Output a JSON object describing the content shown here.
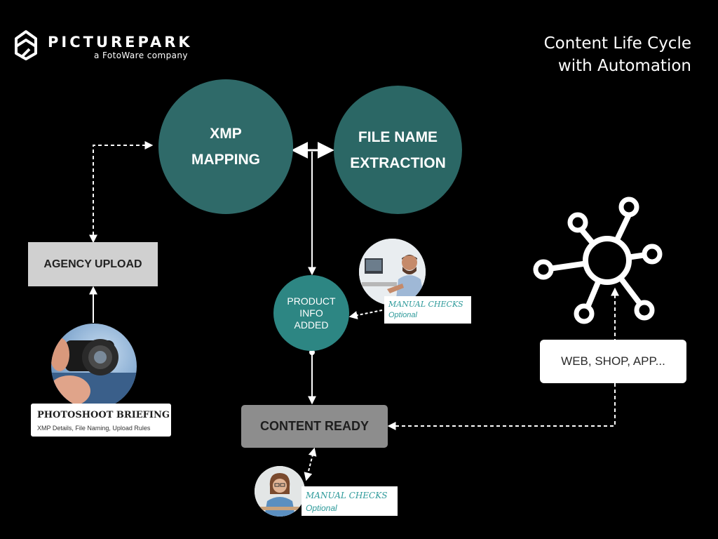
{
  "logo": {
    "name": "PICTUREPARK",
    "tagline": "a FotoWare company"
  },
  "title": {
    "line1": "Content Life Cycle",
    "line2": "with Automation"
  },
  "nodes": {
    "xmp_mapping": {
      "line1": "XMP",
      "line2": "MAPPING"
    },
    "file_name_extraction": {
      "line1": "FILE NAME",
      "line2": "EXTRACTION"
    },
    "product_info_added": {
      "line1": "PRODUCT",
      "line2": "INFO",
      "line3": "ADDED"
    },
    "agency_upload": "AGENCY UPLOAD",
    "content_ready": "CONTENT READY",
    "channels": "WEB, SHOP, APP..."
  },
  "photoshoot_briefing": {
    "title": "PHOTOSHOOT BRIEFING",
    "details": "XMP Details, File Naming, Upload Rules"
  },
  "manual_checks_product": {
    "title": "MANUAL CHECKS",
    "note": "Optional"
  },
  "manual_checks_content": {
    "title": "MANUAL CHECKS",
    "note": "Optional"
  },
  "icons": [
    "picturepark-logo-icon",
    "camera-photo",
    "developer-photo",
    "reviewer-photo",
    "network-hub-icon"
  ],
  "colors": {
    "background": "#000000",
    "teal_dark": "#2f6a69",
    "teal_light": "#2d8683",
    "accent_text": "#2d9a9a"
  }
}
